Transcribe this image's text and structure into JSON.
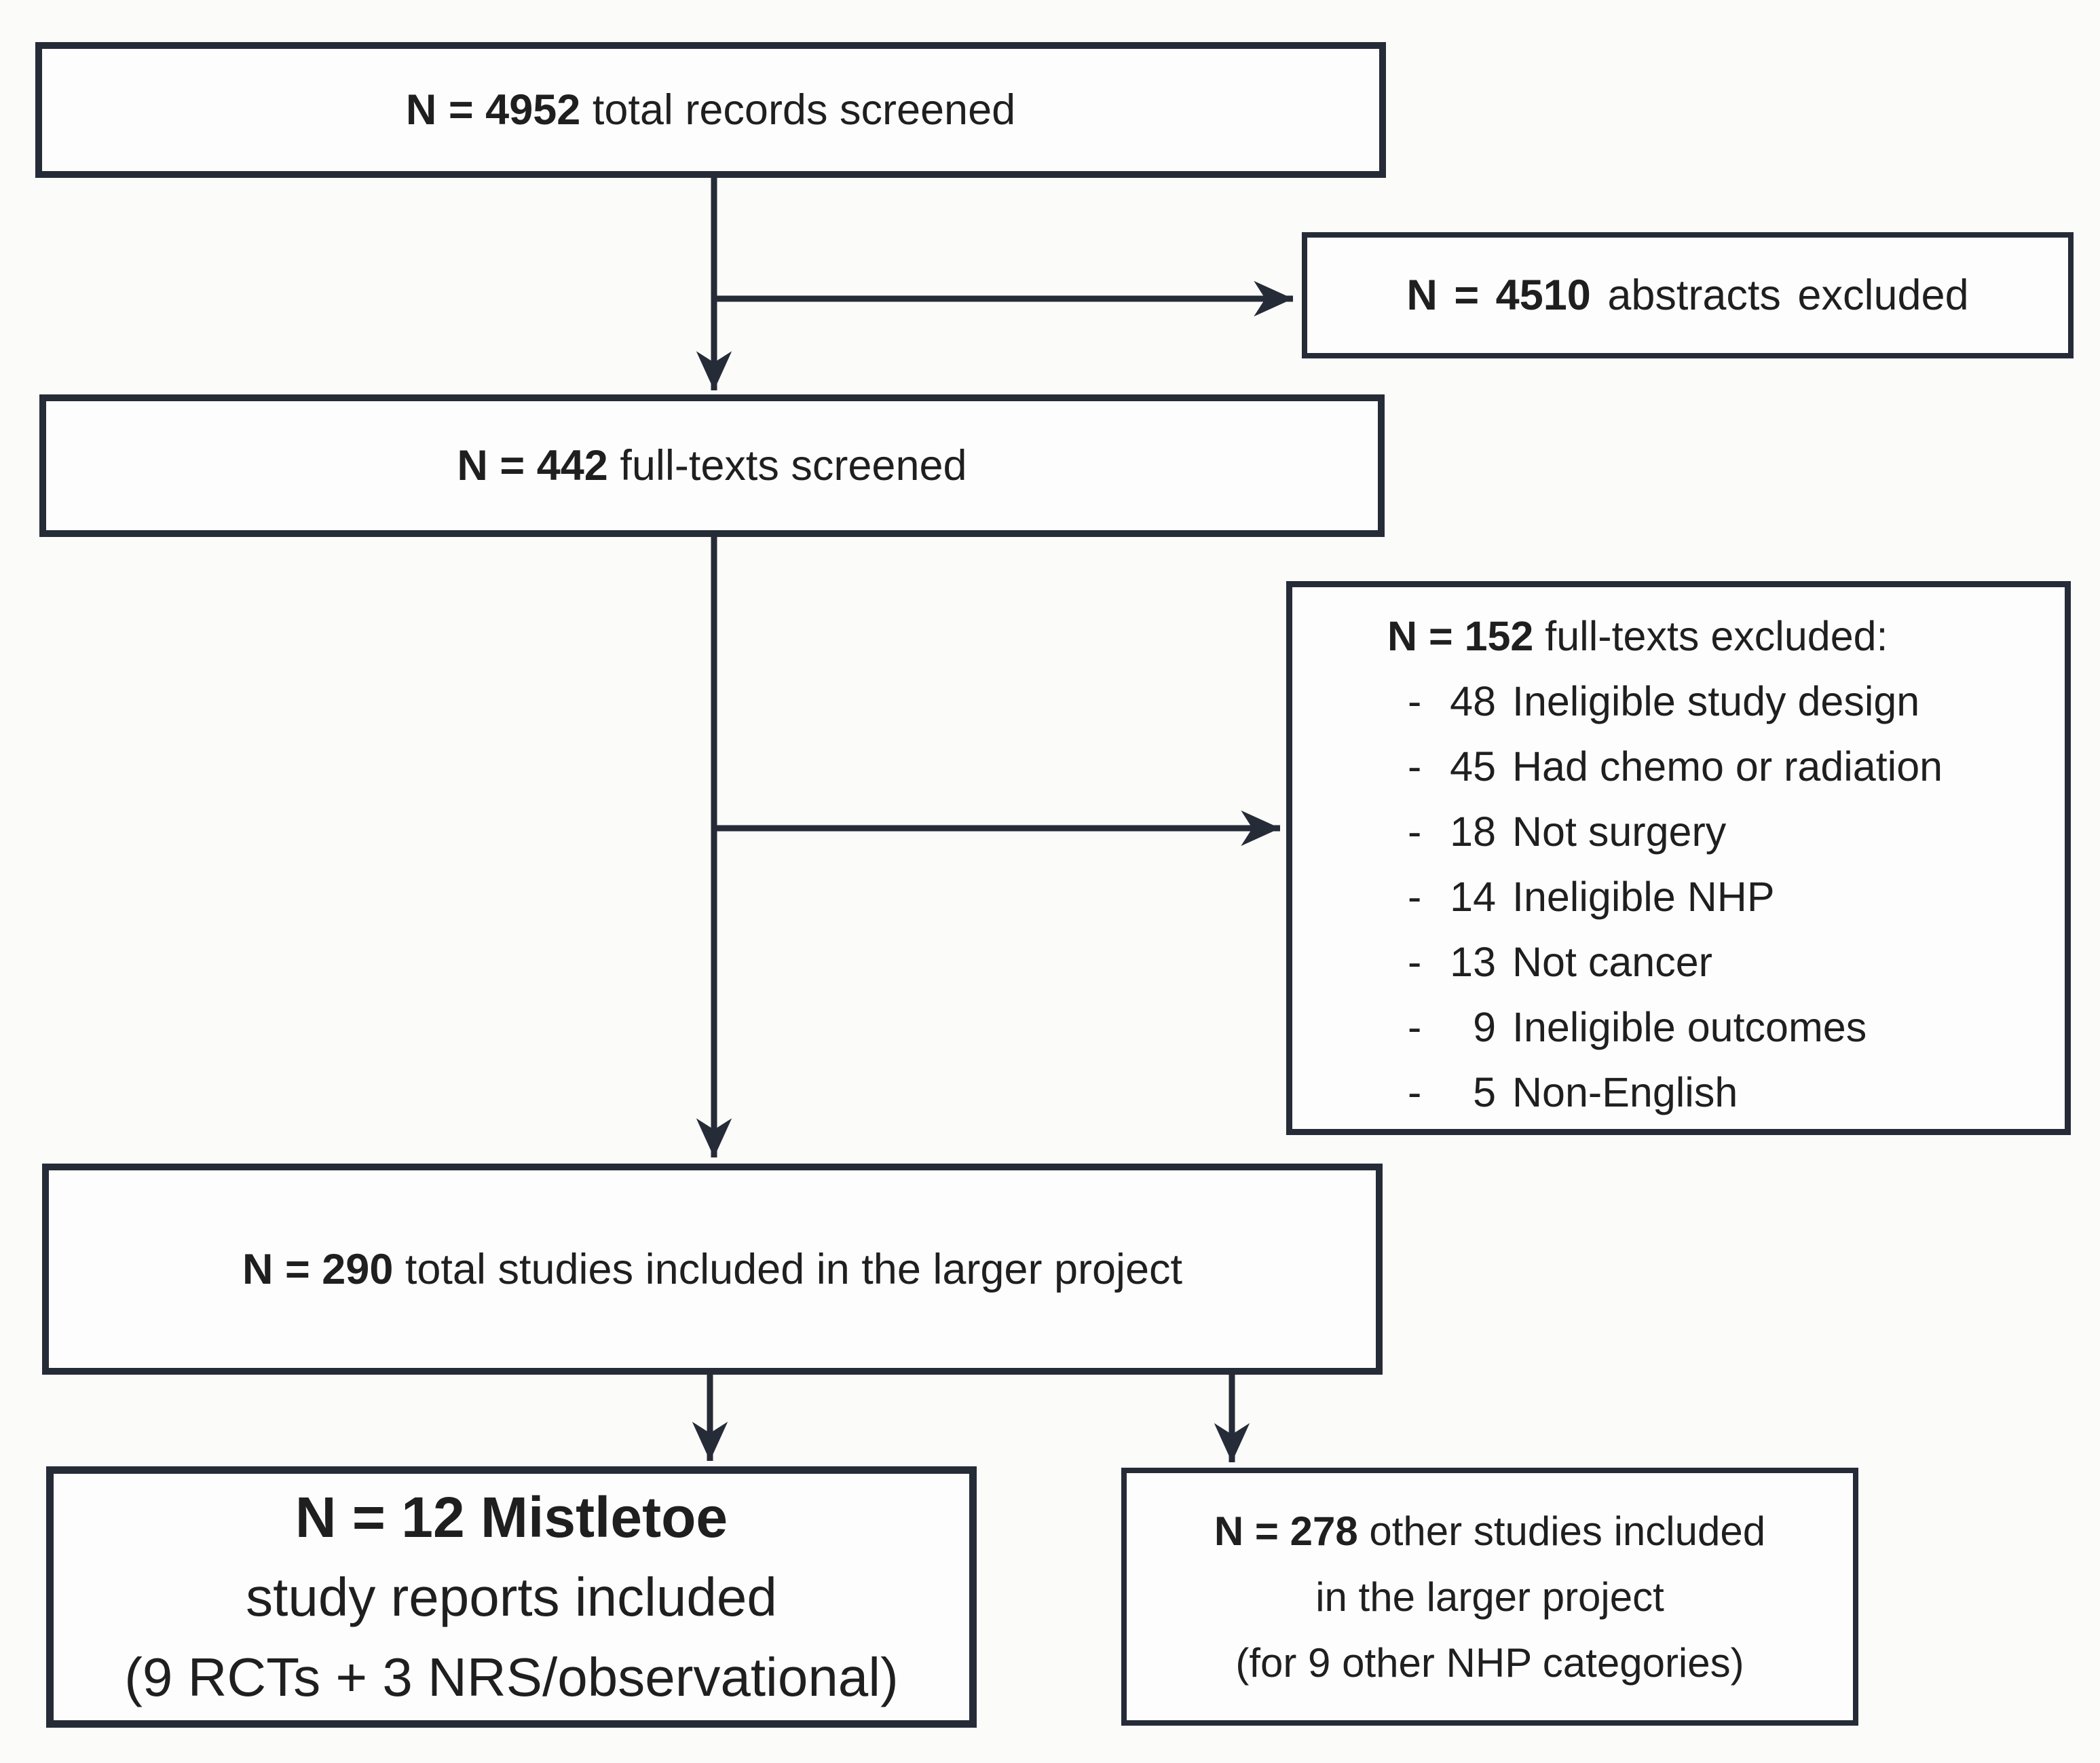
{
  "diagram": {
    "boxes": {
      "records": {
        "n": "N = 4952",
        "rest": " total records screened"
      },
      "abstracts_excluded": {
        "n": "N = 4510",
        "rest": " abstracts excluded"
      },
      "fulltexts": {
        "n": "N = 442",
        "rest": " full-texts screened"
      },
      "fulltexts_excluded": {
        "n": "N = 152",
        "rest": " full-texts excluded:",
        "bullet": "-",
        "items": [
          {
            "count": "48",
            "label": "Ineligible study design"
          },
          {
            "count": "45",
            "label": "Had chemo or radiation"
          },
          {
            "count": "18",
            "label": "Not surgery"
          },
          {
            "count": "14",
            "label": "Ineligible NHP"
          },
          {
            "count": "13",
            "label": "Not cancer"
          },
          {
            "count": "9",
            "label": "Ineligible outcomes"
          },
          {
            "count": "5",
            "label": "Non-English"
          }
        ]
      },
      "included_total": {
        "n": "N = 290",
        "rest": " total studies included in the larger project"
      },
      "mistletoe": {
        "line1": "N = 12 Mistletoe",
        "line2": "study reports included",
        "line3": "(9 RCTs + 3 NRS/observational)"
      },
      "other": {
        "n": "N = 278",
        "rest": " other studies included",
        "line2": "in the larger project",
        "line3": "(for 9 other NHP categories)"
      }
    },
    "colors": {
      "line": "#262b38",
      "text": "#1f1f1f",
      "box_bg": "#fdfdfd",
      "page_bg": "#fbfbf9"
    }
  }
}
